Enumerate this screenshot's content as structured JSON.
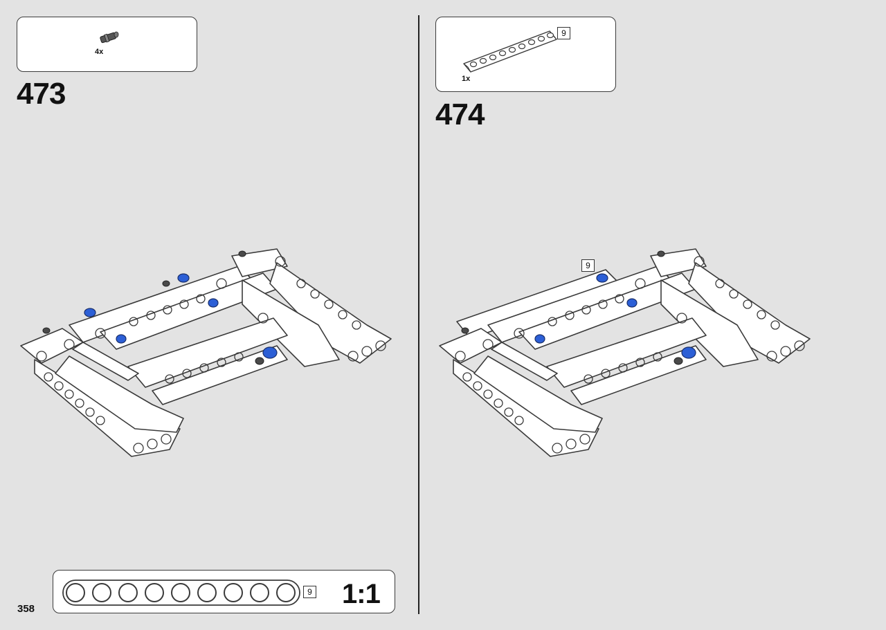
{
  "page": {
    "number": "358"
  },
  "steps": [
    {
      "number": "473",
      "parts": [
        {
          "name": "connector-peg",
          "qty": "4x"
        }
      ]
    },
    {
      "number": "474",
      "parts": [
        {
          "name": "technic-beam",
          "qty": "1x",
          "length": "9"
        }
      ],
      "callout_length": "9"
    }
  ],
  "scale_guide": {
    "ratio": "1:1",
    "length": "9",
    "holes": 9
  },
  "colors": {
    "background": "#e3e3e3",
    "part_white": "#ffffff",
    "part_blue": "#2c5fd6",
    "part_dark": "#4a4a4a",
    "line": "#3a3a3a"
  }
}
